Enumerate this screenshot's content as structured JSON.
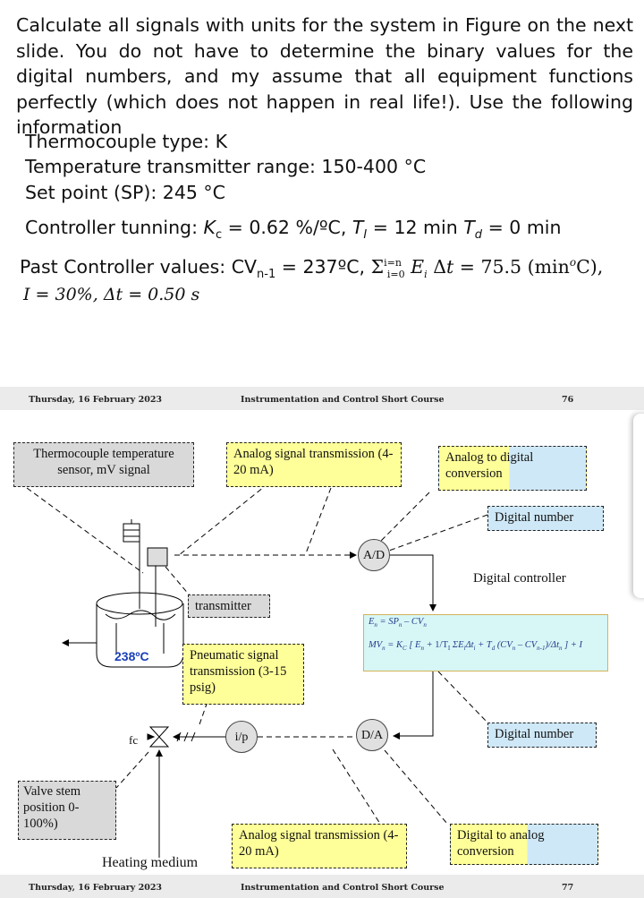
{
  "slide1": {
    "intro": "Calculate all signals with units for the system in Figure on the next slide.  You do not have to determine the binary values for the digital numbers, and my assume that all equipment functions perfectly (which does not happen in real life!). Use the following information",
    "thermocouple": "Thermocouple type: K",
    "transmitter_range": "Temperature transmitter range: 150-400 °C",
    "set_point": "Set point (SP): 245 °C",
    "tuning_prefix": "Controller tunning: ",
    "kc_value": " = 0.62 %/ºC, ",
    "ti_value": " = 12 min ",
    "td_value": " = 0 min",
    "past_prefix": "Past Controller values: CV",
    "past_sub": "n-1",
    "past_cv": " = 237ºC, ",
    "past_sum_value": " = 75.5 (min",
    "past_sum_unit": "C),",
    "i_value": "I = 30%,  Δt = 0.50 s"
  },
  "footer1": {
    "date": "Thursday, 16 February 2023",
    "title": "Instrumentation and Control Short Course",
    "page": "76"
  },
  "diagram": {
    "tc_sensor": "Thermocouple temperature sensor, mV signal",
    "analog_tx_top": "Analog signal transmission (4-20 mA)",
    "a2d_conv": "Analog to digital conversion",
    "digital_number_top": "Digital number",
    "ad": "A/D",
    "digital_controller": "Digital controller",
    "transmitter": "transmitter",
    "temp": "238ºC",
    "pneumatic": "Pneumatic signal transmission (3-15 psig)",
    "fc": "fc",
    "ip": "i/p",
    "da": "D/A",
    "digital_number_bottom": "Digital number",
    "valve_stem": "Valve stem position 0-100%)",
    "analog_tx_bottom": "Analog signal transmission (4-20 mA)",
    "d2a_conv": "Digital to analog conversion",
    "heating_medium": "Heating medium",
    "eq1": "E  = SP  – CV",
    "eq2": "MV  = K  [ E  + (1/T ) Σ E Δt  + T  (CV  – CV   )/Δt  ] + I"
  },
  "footer2": {
    "date": "Thursday, 16 February 2023",
    "title": "Instrumentation and Control Short Course",
    "page": "77"
  },
  "colors": {
    "gray_box": "#d9d9d9",
    "yellow_box": "#ffff99",
    "blue_box": "#cfe8f7",
    "equation_bg": "#d7f6f6",
    "temp_text": "#1a3fb8"
  }
}
